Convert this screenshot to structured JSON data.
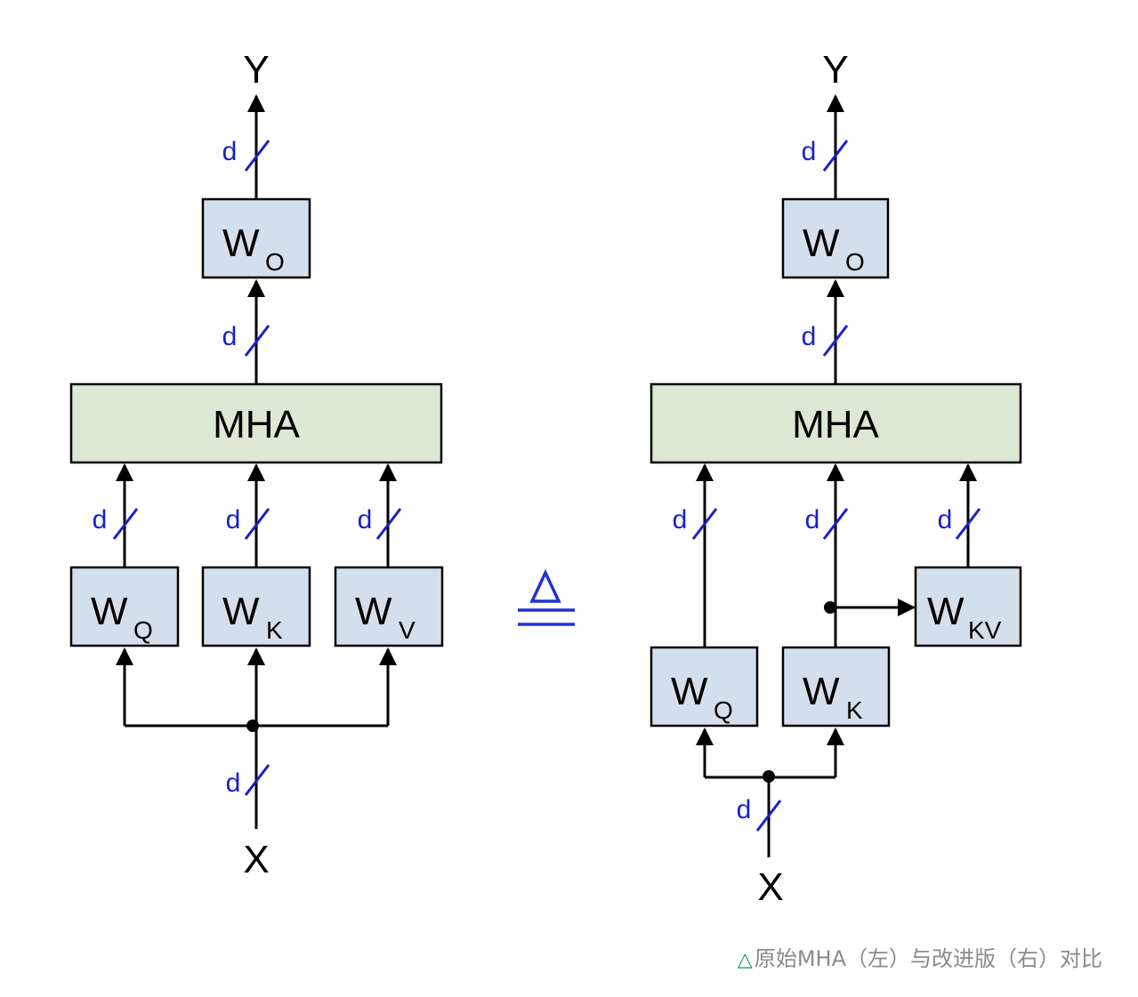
{
  "left": {
    "output": "Y",
    "input": "X",
    "wo": {
      "main": "W",
      "sub": "O"
    },
    "mha": "MHA",
    "wq": {
      "main": "W",
      "sub": "Q"
    },
    "wk": {
      "main": "W",
      "sub": "K"
    },
    "wv": {
      "main": "W",
      "sub": "V"
    },
    "dim": "d"
  },
  "right": {
    "output": "Y",
    "input": "X",
    "wo": {
      "main": "W",
      "sub": "O"
    },
    "mha": "MHA",
    "wq": {
      "main": "W",
      "sub": "Q"
    },
    "wk": {
      "main": "W",
      "sub": "K"
    },
    "wkv": {
      "main": "W",
      "sub": "KV"
    },
    "dim": "d"
  },
  "equiv_symbol": "≜",
  "caption": {
    "marker": "△",
    "text": "原始MHA（左）与改进版（右）对比"
  },
  "colors": {
    "weight_box": "#d4dfec",
    "mha_box": "#dbe8d4",
    "dim_label": "#1a20c8",
    "equiv": "#2030d8",
    "caption": "#8a8a8a",
    "caption_marker": "#0d9a6a"
  }
}
